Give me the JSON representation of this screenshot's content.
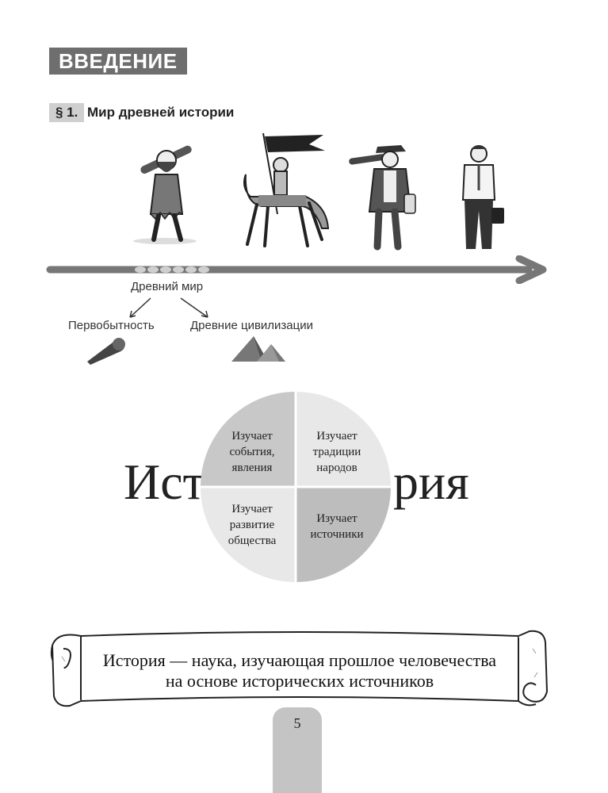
{
  "header": {
    "chapter_title": "ВВЕДЕНИЕ",
    "section_number": "§ 1.",
    "section_title": "Мир древней истории"
  },
  "timeline": {
    "figures": [
      "caveman-figure",
      "knight-figure",
      "explorer-figure",
      "businessman-figure"
    ],
    "ancient_world_label": "Древний мир",
    "branches": [
      {
        "label": "Первобытность",
        "icon": "club-icon"
      },
      {
        "label": "Древние цивилизации",
        "icon": "pyramids-icon"
      }
    ]
  },
  "history_diagram": {
    "word_left": "Ист",
    "word_right": "рия",
    "quadrants": [
      {
        "lines": [
          "Изучает",
          "события,",
          "явления"
        ],
        "color": "#c8c8c8"
      },
      {
        "lines": [
          "Изучает",
          "традиции",
          "народов"
        ],
        "color": "#e8e8e8"
      },
      {
        "lines": [
          "Изучает",
          "развитие",
          "общества"
        ],
        "color": "#e8e8e8"
      },
      {
        "lines": [
          "Изучает",
          "источники"
        ],
        "color": "#bdbdbd"
      }
    ]
  },
  "definition": {
    "line1": "История — наука, изучающая прошлое человечества",
    "line2": "на основе исторических источников"
  },
  "page": {
    "number": "5"
  },
  "colors": {
    "chapter_bg": "#6e6e6e",
    "section_bg": "#cfcfcf",
    "timeline_arrow": "#777777",
    "page_tab": "#c4c4c4"
  }
}
